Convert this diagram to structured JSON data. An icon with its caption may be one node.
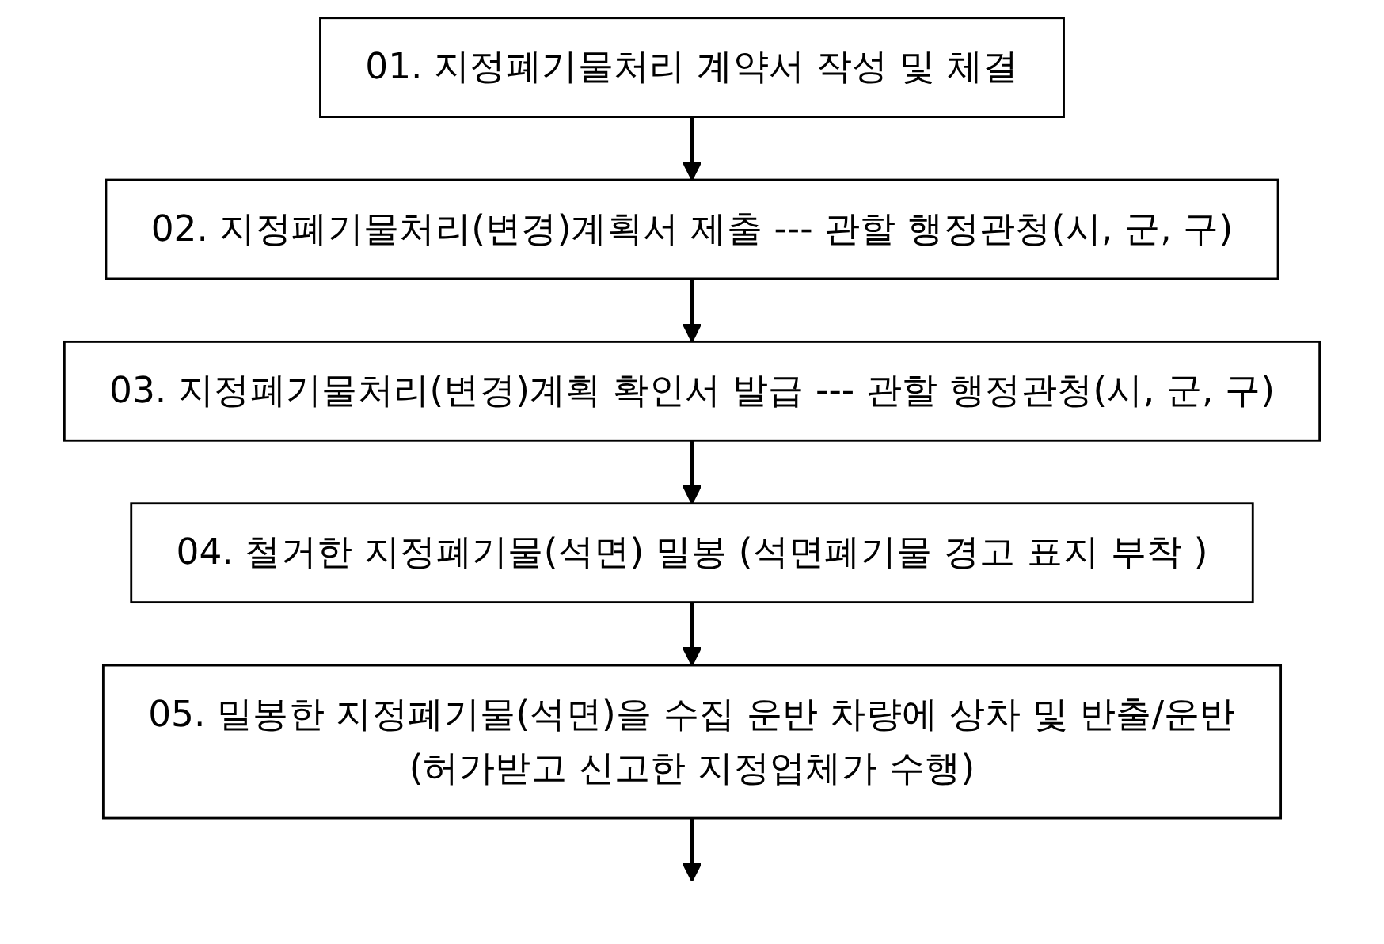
{
  "diagram": {
    "nodes": [
      {
        "text": [
          "01. 지정폐기물처리 계약서 작성 및 체결"
        ]
      },
      {
        "text": [
          "02. 지정폐기물처리(변경)계획서 제출 --- 관할 행정관청(시, 군, 구)"
        ]
      },
      {
        "text": [
          "03. 지정폐기물처리(변경)계획 확인서 발급 --- 관할 행정관청(시, 군, 구)"
        ]
      },
      {
        "text": [
          "04. 철거한 지정폐기물(석면) 밀봉 (석면폐기물 경고 표지 부착 )"
        ]
      },
      {
        "text": [
          "05. 밀봉한 지정폐기물(석면)을 수집 운반 차량에 상차 및 반출/운반",
          "(허가받고 신고한 지정업체가 수행)"
        ]
      }
    ],
    "edges": [
      {
        "from": 0,
        "to": 1,
        "arrow": "to"
      },
      {
        "from": 1,
        "to": 2,
        "arrow": "to"
      },
      {
        "from": 2,
        "to": 3,
        "arrow": "to"
      },
      {
        "from": 3,
        "to": 4,
        "arrow": "to"
      },
      {
        "from": 4,
        "to": null,
        "arrow": "to"
      }
    ]
  }
}
